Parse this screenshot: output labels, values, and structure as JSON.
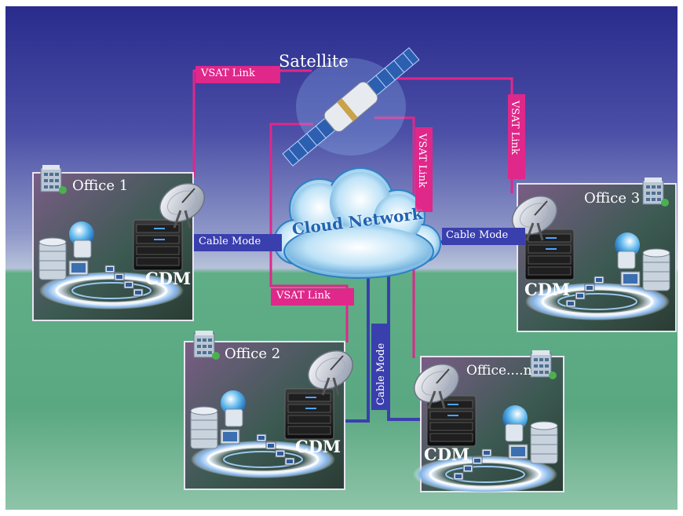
{
  "satellite": {
    "label": "Satellite"
  },
  "cloud": {
    "label": "Cloud Network"
  },
  "offices": [
    {
      "label": "Office 1",
      "device": "CDM"
    },
    {
      "label": "Office 2",
      "device": "CDM"
    },
    {
      "label": "Office 3",
      "device": "CDM"
    },
    {
      "label": "Office....n",
      "device": "CDM"
    }
  ],
  "links": {
    "vsat": "VSAT Link",
    "cable": "Cable Mode"
  },
  "colors": {
    "vsat_line": "#e0278a",
    "cable_line": "#3a3fae",
    "sky_top": "#2e2f8f",
    "ground": "#4fa27c"
  }
}
